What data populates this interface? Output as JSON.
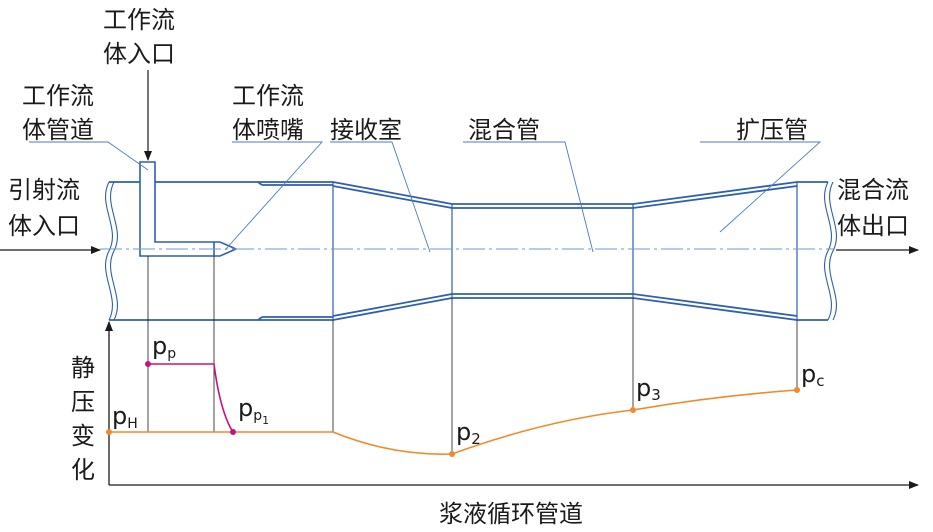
{
  "labels": {
    "working_fluid_inlet": [
      "工作流",
      "体入口"
    ],
    "working_fluid_pipe": [
      "工作流",
      "体管道"
    ],
    "working_fluid_nozzle": [
      "工作流",
      "体喷嘴"
    ],
    "receiving_chamber": "接收室",
    "mixing_tube": "混合管",
    "diffuser": "扩压管",
    "ejected_fluid_inlet": [
      "引射流",
      "体入口"
    ],
    "mixed_fluid_outlet": [
      "混合流",
      "体出口"
    ],
    "y_axis": [
      "静",
      "压",
      "变",
      "化"
    ],
    "x_axis": "浆液循环管道"
  },
  "pressure_points": {
    "pH": {
      "symbol": "p",
      "sub": "H"
    },
    "pp": {
      "symbol": "p",
      "sub": "p"
    },
    "pp1": {
      "symbol": "p",
      "sub": "p",
      "subsub": "1"
    },
    "p2": {
      "symbol": "p",
      "sub": "2"
    },
    "p3": {
      "symbol": "p",
      "sub": "3"
    },
    "pc": {
      "symbol": "p",
      "sub": "c"
    }
  },
  "colors": {
    "pipe": "#2e5fb0",
    "centerline": "#6b9bd4",
    "working_pressure": "#c4157a",
    "static_pressure": "#ef8a2c",
    "ink": "#1a1a1a",
    "leader": "#4d7bbf"
  }
}
